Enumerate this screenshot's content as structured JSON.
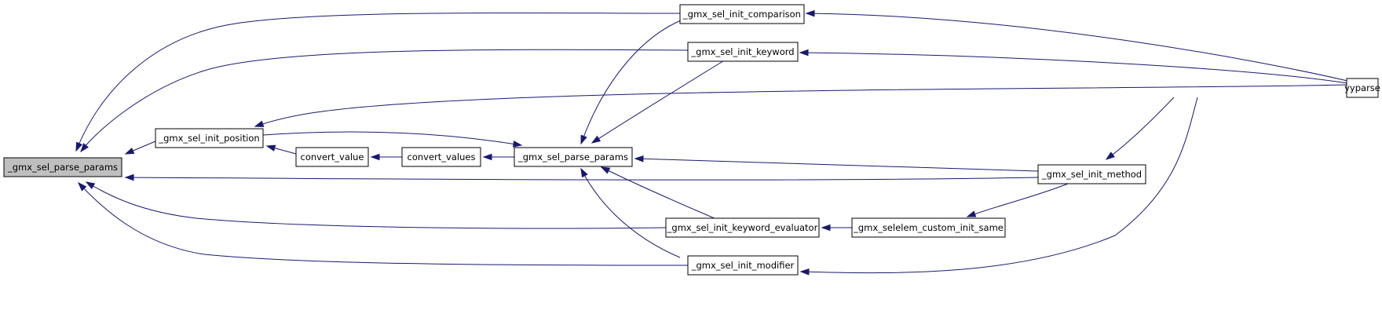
{
  "graph": {
    "nodes": [
      {
        "id": "parse_params_root",
        "label": "_gmx_sel_parse_params",
        "highlight": true
      },
      {
        "id": "init_position",
        "label": "_gmx_sel_init_position"
      },
      {
        "id": "convert_value",
        "label": "convert_value"
      },
      {
        "id": "convert_values",
        "label": "convert_values"
      },
      {
        "id": "parse_params_mid",
        "label": "_gmx_sel_parse_params"
      },
      {
        "id": "init_comparison",
        "label": "_gmx_sel_init_comparison"
      },
      {
        "id": "init_keyword",
        "label": "_gmx_sel_init_keyword"
      },
      {
        "id": "init_keyword_evaluator",
        "label": "_gmx_sel_init_keyword_evaluator"
      },
      {
        "id": "init_modifier",
        "label": "_gmx_sel_init_modifier"
      },
      {
        "id": "custom_init_same",
        "label": "_gmx_selelem_custom_init_same"
      },
      {
        "id": "init_method",
        "label": "_gmx_sel_init_method"
      },
      {
        "id": "yyparse",
        "label": "yyparse"
      }
    ],
    "edges": [
      {
        "from": "init_comparison",
        "to": "parse_params_root"
      },
      {
        "from": "init_keyword",
        "to": "parse_params_root"
      },
      {
        "from": "init_position",
        "to": "parse_params_root"
      },
      {
        "from": "init_method",
        "to": "parse_params_root"
      },
      {
        "from": "init_keyword_evaluator",
        "to": "parse_params_root"
      },
      {
        "from": "init_modifier",
        "to": "parse_params_root"
      },
      {
        "from": "convert_value",
        "to": "init_position"
      },
      {
        "from": "yyparse",
        "to": "init_position"
      },
      {
        "from": "convert_values",
        "to": "convert_value"
      },
      {
        "from": "parse_params_mid",
        "to": "convert_values"
      },
      {
        "from": "init_position",
        "to": "parse_params_mid"
      },
      {
        "from": "init_comparison",
        "to": "parse_params_mid"
      },
      {
        "from": "init_keyword",
        "to": "parse_params_mid"
      },
      {
        "from": "init_method",
        "to": "parse_params_mid"
      },
      {
        "from": "init_keyword_evaluator",
        "to": "parse_params_mid"
      },
      {
        "from": "init_modifier",
        "to": "parse_params_mid"
      },
      {
        "from": "yyparse",
        "to": "init_comparison"
      },
      {
        "from": "yyparse",
        "to": "init_keyword"
      },
      {
        "from": "yyparse",
        "to": "init_modifier"
      },
      {
        "from": "custom_init_same",
        "to": "init_keyword_evaluator"
      },
      {
        "from": "init_method",
        "to": "custom_init_same"
      },
      {
        "from": "yyparse",
        "to": "init_method"
      }
    ]
  }
}
